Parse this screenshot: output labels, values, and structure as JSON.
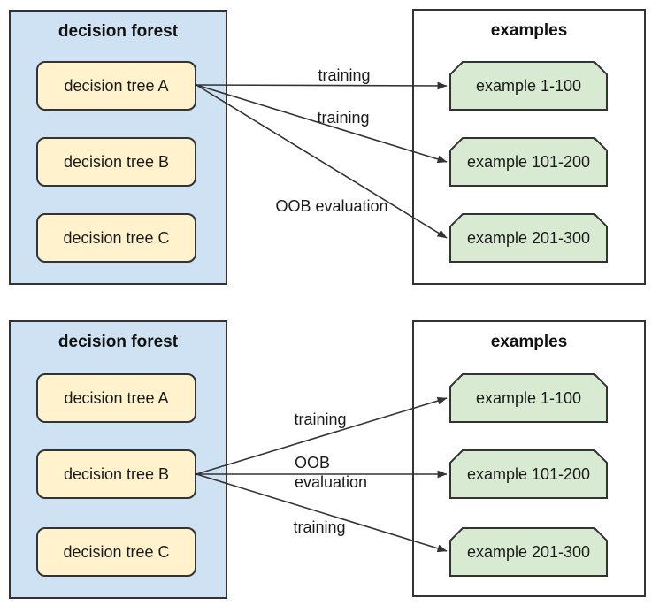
{
  "colors": {
    "panel_blue": "#cfe2f3",
    "node_yellow": "#fff2cc",
    "node_green": "#d9ead3",
    "outline": "#333333",
    "arrow": "#333333",
    "text": "#1a1a1a"
  },
  "panel1": {
    "forest_title": "decision forest",
    "trees": [
      "decision tree A",
      "decision tree B",
      "decision tree C"
    ],
    "examples_title": "examples",
    "examples": [
      "example 1-100",
      "example 101-200",
      "example 201-300"
    ],
    "arrow_labels": {
      "to1": "training",
      "to2": "training",
      "to3": "OOB evaluation"
    }
  },
  "panel2": {
    "forest_title": "decision forest",
    "trees": [
      "decision tree A",
      "decision tree B",
      "decision tree C"
    ],
    "examples_title": "examples",
    "examples": [
      "example 1-100",
      "example 101-200",
      "example 201-300"
    ],
    "arrow_labels": {
      "to1": "training",
      "to2_line1": "OOB",
      "to2_line2": "evaluation",
      "to3": "training"
    }
  }
}
